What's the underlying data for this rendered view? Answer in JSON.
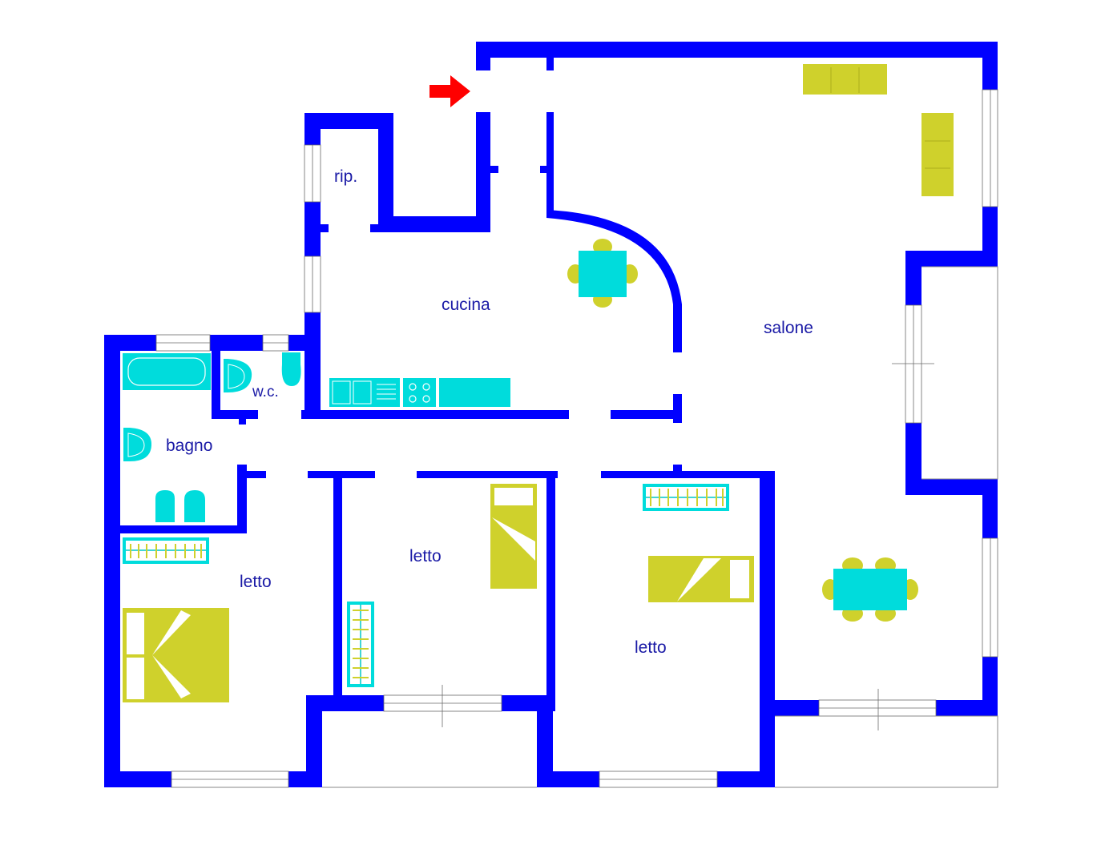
{
  "rooms": {
    "ripostiglio": "rip.",
    "cucina": "cucina",
    "salone": "salone",
    "wc": "w.c.",
    "bagno": "bagno",
    "letto_1": "letto",
    "letto_2": "letto",
    "letto_3": "letto"
  },
  "colors": {
    "wall": "#0000ff",
    "furniture": "#cfd12c",
    "fixtures": "#00dcdc",
    "entrance_arrow": "#ff0000",
    "label": "#1a1aa6"
  },
  "icons": {
    "entrance": "red-arrow-right"
  }
}
